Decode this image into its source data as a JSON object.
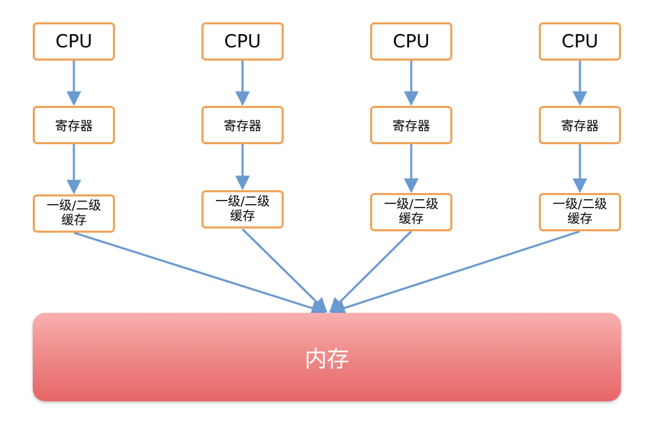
{
  "columns": [
    {
      "cpu": "CPU",
      "register": "寄存器",
      "cache_line1": "一级/二级",
      "cache_line2": "缓存"
    },
    {
      "cpu": "CPU",
      "register": "寄存器",
      "cache_line1": "一级/二级",
      "cache_line2": "缓存"
    },
    {
      "cpu": "CPU",
      "register": "寄存器",
      "cache_line1": "一级/二级",
      "cache_line2": "缓存"
    },
    {
      "cpu": "CPU",
      "register": "寄存器",
      "cache_line1": "一级/二级",
      "cache_line2": "缓存"
    }
  ],
  "memory": {
    "label": "内存"
  },
  "colors": {
    "box_border": "#f0a45a",
    "arrow": "#6a9ad0",
    "memory_top": "#f9b0b0",
    "memory_bottom": "#e66666",
    "memory_text": "#ffffff"
  }
}
